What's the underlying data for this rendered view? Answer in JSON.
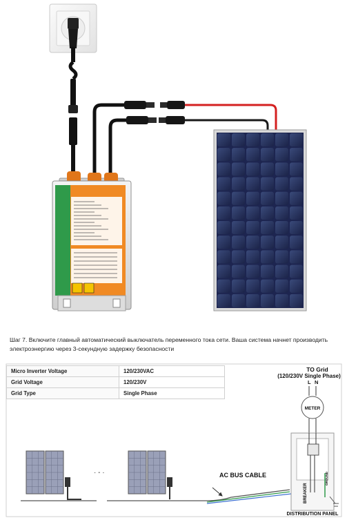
{
  "step_text_line1": "Шаг 7. Включите главный автоматический выключатель переменного тока сети. Ваша система начнет производить",
  "step_text_line2": "электроэнергию через 3-секундную задержку безопасности",
  "specs": [
    {
      "label": "Micro Inverter Voltage",
      "value": "120/230VAC"
    },
    {
      "label": "Grid  Voltage",
      "value": "120/230V"
    },
    {
      "label": "Grid Type",
      "value": "Single Phase"
    }
  ],
  "to_grid_title": "TO Grid",
  "to_grid_subtitle": "(120/230V Single Phase)",
  "phase_l": "L",
  "phase_n": "N",
  "meter_label": "METER",
  "ac_bus_cable_label": "AC BUS CABLE",
  "breaker_label": "BREAKER",
  "ground_label": "GROUND",
  "distribution_panel_label": "DISTRIBUTION PANEL",
  "colors": {
    "positive_wire": "#d42020",
    "negative_wire": "#1a1a1a",
    "inverter_orange": "#f08a24",
    "inverter_green": "#2f9a4a",
    "panel_blue": "#2a3a6a"
  }
}
